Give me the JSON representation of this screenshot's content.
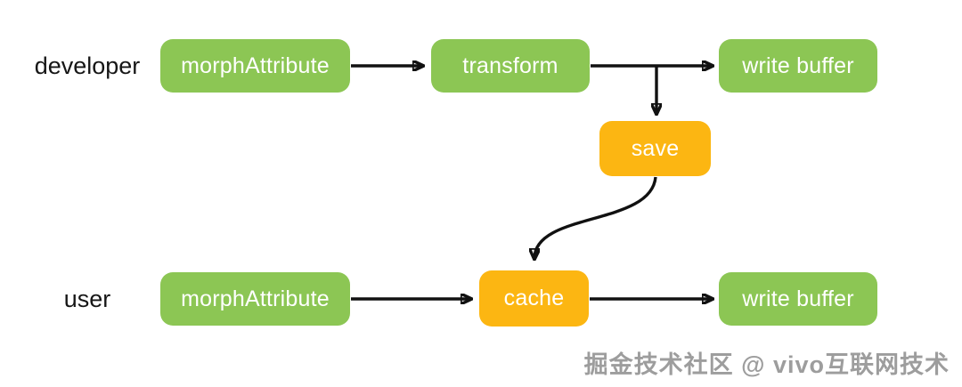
{
  "diagram": {
    "row_labels": {
      "developer": "developer",
      "user": "user"
    },
    "nodes": {
      "dev_morph": {
        "label": "morphAttribute",
        "color": "green"
      },
      "transform": {
        "label": "transform",
        "color": "green"
      },
      "dev_write": {
        "label": "write buffer",
        "color": "green"
      },
      "save": {
        "label": "save",
        "color": "orange"
      },
      "user_morph": {
        "label": "morphAttribute",
        "color": "green"
      },
      "cache": {
        "label": "cache",
        "color": "orange"
      },
      "user_write": {
        "label": "write buffer",
        "color": "green"
      }
    },
    "edges": [
      {
        "from": "dev_morph",
        "to": "transform"
      },
      {
        "from": "transform",
        "to": "dev_write"
      },
      {
        "from": "transform",
        "to": "save"
      },
      {
        "from": "save",
        "to": "cache"
      },
      {
        "from": "user_morph",
        "to": "cache"
      },
      {
        "from": "cache",
        "to": "user_write"
      }
    ]
  },
  "watermark": "掘金技术社区 @ vivo互联网技术",
  "colors": {
    "node_green": "#8cc654",
    "node_orange": "#fcb612",
    "arrow": "#111111",
    "node_text": "#ffffff",
    "label_text": "#161616",
    "watermark": "#9d9d9d",
    "background": "#ffffff"
  }
}
